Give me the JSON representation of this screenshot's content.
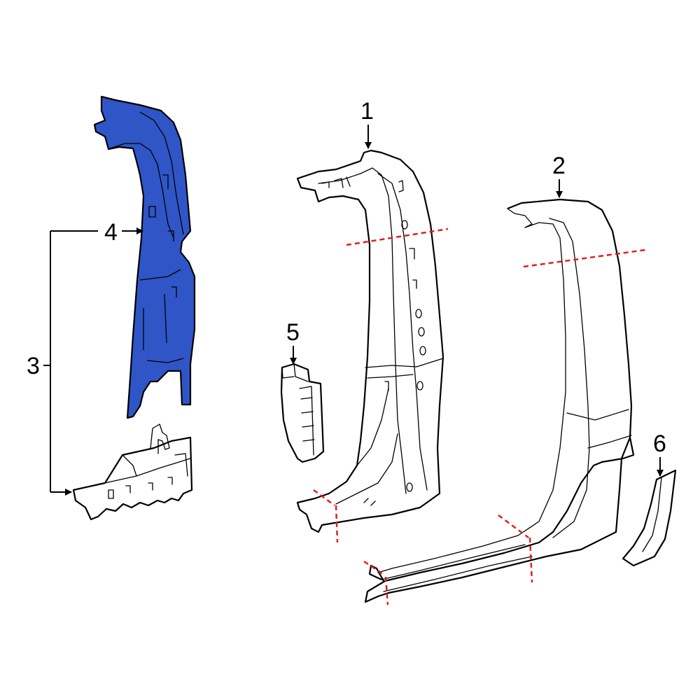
{
  "callouts": {
    "c1": "1",
    "c2": "2",
    "c3": "3",
    "c4": "4",
    "c5": "5",
    "c6": "6"
  },
  "colors": {
    "highlight": "#2f55c7",
    "cut_line": "#e0201c",
    "outline": "#000000",
    "background": "#ffffff"
  },
  "highlighted_part": "4"
}
